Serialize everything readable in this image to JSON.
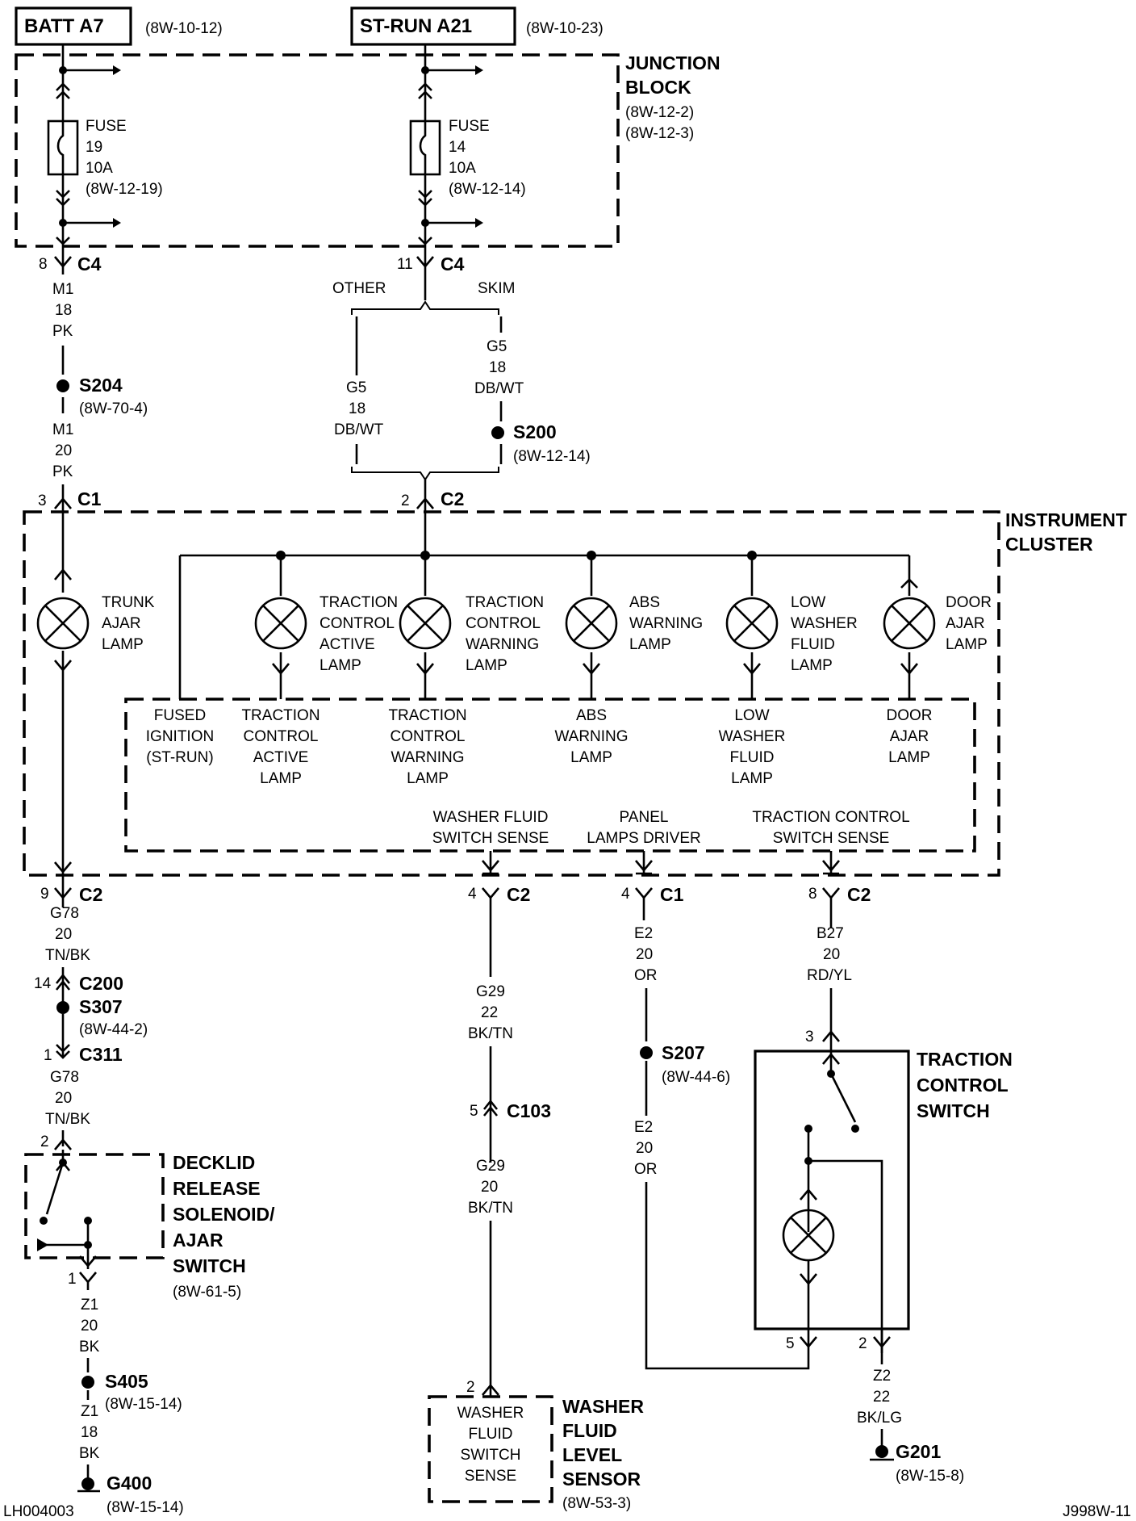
{
  "title_boxes": {
    "batt": {
      "label": "BATT A7",
      "ref": "(8W-10-12)"
    },
    "strun": {
      "label": "ST-RUN A21",
      "ref": "(8W-10-23)"
    }
  },
  "junction_block": {
    "title_line1": "JUNCTION",
    "title_line2": "BLOCK",
    "ref1": "(8W-12-2)",
    "ref2": "(8W-12-3)",
    "fuse19": {
      "l1": "FUSE",
      "l2": "19",
      "l3": "10A",
      "l4": "(8W-12-19)"
    },
    "fuse14": {
      "l1": "FUSE",
      "l2": "14",
      "l3": "10A",
      "l4": "(8W-12-14)"
    }
  },
  "left_branch": {
    "c4_pin": "8",
    "c4": "C4",
    "w1": {
      "code": "M1",
      "gauge": "18",
      "color": "PK"
    },
    "splice": "S204",
    "splice_ref": "(8W-70-4)",
    "w2": {
      "code": "M1",
      "gauge": "20",
      "color": "PK"
    },
    "c1_pin": "3",
    "c1": "C1"
  },
  "middle_branch": {
    "c4_pin": "11",
    "c4": "C4",
    "other": "OTHER",
    "skim": "SKIM",
    "w_left": {
      "code": "G5",
      "gauge": "18",
      "color": "DB/WT"
    },
    "w_right": {
      "code": "G5",
      "gauge": "18",
      "color": "DB/WT"
    },
    "splice": "S200",
    "splice_ref": "(8W-12-14)",
    "c2_pin": "2",
    "c2": "C2"
  },
  "instrument_cluster": {
    "title_line1": "INSTRUMENT",
    "title_line2": "CLUSTER",
    "lamps": [
      {
        "l1": "TRUNK",
        "l2": "AJAR",
        "l3": "LAMP",
        "l4": ""
      },
      {
        "l1": "TRACTION",
        "l2": "CONTROL",
        "l3": "ACTIVE",
        "l4": "LAMP"
      },
      {
        "l1": "TRACTION",
        "l2": "CONTROL",
        "l3": "WARNING",
        "l4": "LAMP"
      },
      {
        "l1": "ABS",
        "l2": "WARNING",
        "l3": "LAMP",
        "l4": ""
      },
      {
        "l1": "LOW",
        "l2": "WASHER",
        "l3": "FLUID",
        "l4": "LAMP"
      },
      {
        "l1": "DOOR",
        "l2": "AJAR",
        "l3": "LAMP",
        "l4": ""
      }
    ],
    "module": [
      {
        "l1": "FUSED",
        "l2": "IGNITION",
        "l3": "(ST-RUN)",
        "l4": ""
      },
      {
        "l1": "TRACTION",
        "l2": "CONTROL",
        "l3": "ACTIVE",
        "l4": "LAMP"
      },
      {
        "l1": "TRACTION",
        "l2": "CONTROL",
        "l3": "WARNING",
        "l4": "LAMP"
      },
      {
        "l1": "ABS",
        "l2": "WARNING",
        "l3": "LAMP",
        "l4": ""
      },
      {
        "l1": "LOW",
        "l2": "WASHER",
        "l3": "FLUID",
        "l4": "LAMP"
      },
      {
        "l1": "DOOR",
        "l2": "AJAR",
        "l3": "LAMP",
        "l4": ""
      }
    ],
    "sense": [
      {
        "l1": "WASHER FLUID",
        "l2": "SWITCH SENSE"
      },
      {
        "l1": "PANEL",
        "l2": "LAMPS DRIVER"
      },
      {
        "l1": "TRACTION CONTROL",
        "l2": "SWITCH SENSE"
      }
    ]
  },
  "bottom_connectors": [
    {
      "pin": "9",
      "name": "C2"
    },
    {
      "pin": "4",
      "name": "C2"
    },
    {
      "pin": "4",
      "name": "C1"
    },
    {
      "pin": "8",
      "name": "C2"
    }
  ],
  "decklid_circuit": {
    "w1": {
      "code": "G78",
      "gauge": "20",
      "color": "TN/BK"
    },
    "c200_pin": "14",
    "c200": "C200",
    "s307": "S307",
    "s307_ref": "(8W-44-2)",
    "c311_pin": "1",
    "c311": "C311",
    "w2": {
      "code": "G78",
      "gauge": "20",
      "color": "TN/BK"
    },
    "sol_pin": "2",
    "title_l1": "DECKLID",
    "title_l2": "RELEASE",
    "title_l3": "SOLENOID/",
    "title_l4": "AJAR",
    "title_l5": "SWITCH",
    "ref": "(8W-61-5)",
    "gnd_pin": "1",
    "w3": {
      "code": "Z1",
      "gauge": "20",
      "color": "BK"
    },
    "s405": "S405",
    "s405_ref": "(8W-15-14)",
    "w4": {
      "code": "Z1",
      "gauge": "18",
      "color": "BK"
    },
    "g400": "G400",
    "g400_ref": "(8W-15-14)"
  },
  "washer_circuit": {
    "w1": {
      "code": "G29",
      "gauge": "22",
      "color": "BK/TN"
    },
    "c103_pin": "5",
    "c103": "C103",
    "w2": {
      "code": "G29",
      "gauge": "20",
      "color": "BK/TN"
    },
    "sensor_pin": "2",
    "inner_l1": "WASHER",
    "inner_l2": "FLUID",
    "inner_l3": "SWITCH",
    "inner_l4": "SENSE",
    "title_l1": "WASHER",
    "title_l2": "FLUID",
    "title_l3": "LEVEL",
    "title_l4": "SENSOR",
    "ref": "(8W-53-3)"
  },
  "panel_circuit": {
    "w1": {
      "code": "E2",
      "gauge": "20",
      "color": "OR"
    },
    "s207": "S207",
    "s207_ref": "(8W-44-6)",
    "w2": {
      "code": "E2",
      "gauge": "20",
      "color": "OR"
    }
  },
  "traction_circuit": {
    "w1": {
      "code": "B27",
      "gauge": "20",
      "color": "RD/YL"
    },
    "pin3": "3",
    "pin5": "5",
    "pin2": "2",
    "title_l1": "TRACTION",
    "title_l2": "CONTROL",
    "title_l3": "SWITCH",
    "w2": {
      "code": "Z2",
      "gauge": "22",
      "color": "BK/LG"
    },
    "g201": "G201",
    "g201_ref": "(8W-15-8)"
  },
  "footer": {
    "left": "LH004003",
    "right": "J998W-11"
  }
}
